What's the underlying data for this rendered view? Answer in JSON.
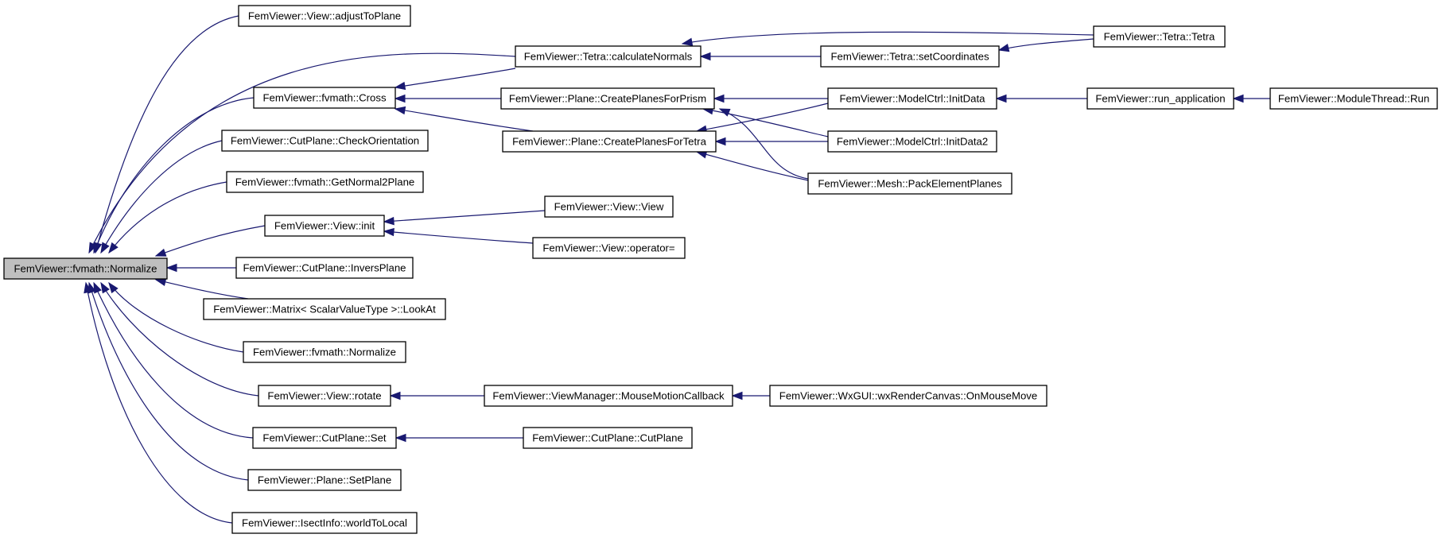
{
  "diagram": {
    "type": "call-graph",
    "colors": {
      "edge": "#191970",
      "node_border": "#000000",
      "root_fill": "#bfbfbf",
      "node_fill": "#ffffff"
    },
    "nodes": [
      {
        "id": "normalize",
        "label": "FemViewer::fvmath::Normalize",
        "root": true
      },
      {
        "id": "adjustToPlane",
        "label": "FemViewer::View::adjustToPlane"
      },
      {
        "id": "cross",
        "label": "FemViewer::fvmath::Cross"
      },
      {
        "id": "checkOrient",
        "label": "FemViewer::CutPlane::CheckOrientation"
      },
      {
        "id": "getNormal2Plane",
        "label": "FemViewer::fvmath::GetNormal2Plane"
      },
      {
        "id": "viewInit",
        "label": "FemViewer::View::init"
      },
      {
        "id": "inversPlane",
        "label": "FemViewer::CutPlane::InversPlane"
      },
      {
        "id": "lookAt",
        "label": "FemViewer::Matrix< ScalarValueType >::LookAt"
      },
      {
        "id": "normalize2",
        "label": "FemViewer::fvmath::Normalize"
      },
      {
        "id": "rotate",
        "label": "FemViewer::View::rotate"
      },
      {
        "id": "cutSet",
        "label": "FemViewer::CutPlane::Set"
      },
      {
        "id": "setPlane",
        "label": "FemViewer::Plane::SetPlane"
      },
      {
        "id": "worldToLocal",
        "label": "FemViewer::IsectInfo::worldToLocal"
      },
      {
        "id": "calcNormals",
        "label": "FemViewer::Tetra::calculateNormals"
      },
      {
        "id": "prism",
        "label": "FemViewer::Plane::CreatePlanesForPrism"
      },
      {
        "id": "tetraPlanes",
        "label": "FemViewer::Plane::CreatePlanesForTetra"
      },
      {
        "id": "viewView",
        "label": "FemViewer::View::View"
      },
      {
        "id": "viewOp",
        "label": "FemViewer::View::operator="
      },
      {
        "id": "mouseMotion",
        "label": "FemViewer::ViewManager::MouseMotionCallback"
      },
      {
        "id": "cutPlaneCtor",
        "label": "FemViewer::CutPlane::CutPlane"
      },
      {
        "id": "setCoords",
        "label": "FemViewer::Tetra::setCoordinates"
      },
      {
        "id": "initData",
        "label": "FemViewer::ModelCtrl::InitData"
      },
      {
        "id": "initData2",
        "label": "FemViewer::ModelCtrl::InitData2"
      },
      {
        "id": "packPlanes",
        "label": "FemViewer::Mesh::PackElementPlanes"
      },
      {
        "id": "onMouseMove",
        "label": "FemViewer::WxGUI::wxRenderCanvas::OnMouseMove"
      },
      {
        "id": "tetraCtor",
        "label": "FemViewer::Tetra::Tetra"
      },
      {
        "id": "runApp",
        "label": "FemViewer::run_application"
      },
      {
        "id": "moduleRun",
        "label": "FemViewer::ModuleThread::Run"
      }
    ],
    "edges": [
      {
        "from": "adjustToPlane",
        "to": "normalize"
      },
      {
        "from": "calcNormals",
        "to": "normalize"
      },
      {
        "from": "cross",
        "to": "normalize"
      },
      {
        "from": "checkOrient",
        "to": "normalize"
      },
      {
        "from": "getNormal2Plane",
        "to": "normalize"
      },
      {
        "from": "viewInit",
        "to": "normalize"
      },
      {
        "from": "inversPlane",
        "to": "normalize"
      },
      {
        "from": "lookAt",
        "to": "normalize"
      },
      {
        "from": "normalize2",
        "to": "normalize"
      },
      {
        "from": "rotate",
        "to": "normalize"
      },
      {
        "from": "cutSet",
        "to": "normalize"
      },
      {
        "from": "setPlane",
        "to": "normalize"
      },
      {
        "from": "worldToLocal",
        "to": "normalize"
      },
      {
        "from": "calcNormals",
        "to": "cross"
      },
      {
        "from": "prism",
        "to": "cross"
      },
      {
        "from": "tetraPlanes",
        "to": "cross"
      },
      {
        "from": "viewView",
        "to": "viewInit"
      },
      {
        "from": "viewOp",
        "to": "viewInit"
      },
      {
        "from": "mouseMotion",
        "to": "rotate"
      },
      {
        "from": "cutPlaneCtor",
        "to": "cutSet"
      },
      {
        "from": "setCoords",
        "to": "calcNormals"
      },
      {
        "from": "tetraCtor",
        "to": "calcNormals"
      },
      {
        "from": "tetraCtor",
        "to": "setCoords"
      },
      {
        "from": "initData",
        "to": "prism"
      },
      {
        "from": "initData2",
        "to": "prism"
      },
      {
        "from": "packPlanes",
        "to": "prism"
      },
      {
        "from": "initData",
        "to": "tetraPlanes"
      },
      {
        "from": "initData2",
        "to": "tetraPlanes"
      },
      {
        "from": "packPlanes",
        "to": "tetraPlanes"
      },
      {
        "from": "runApp",
        "to": "initData"
      },
      {
        "from": "moduleRun",
        "to": "runApp"
      },
      {
        "from": "onMouseMove",
        "to": "mouseMotion"
      }
    ]
  }
}
